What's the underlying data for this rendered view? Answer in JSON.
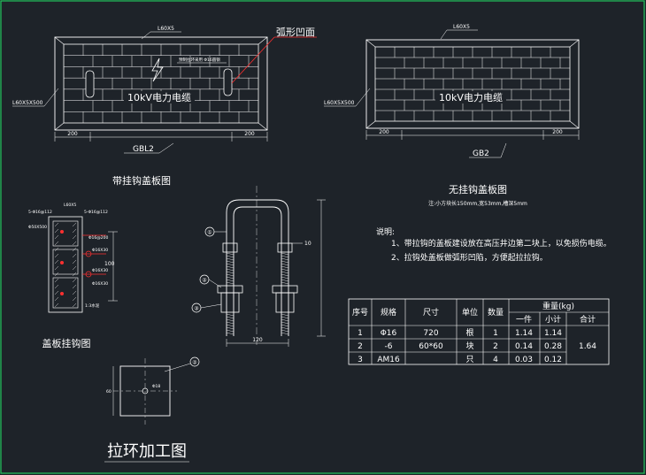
{
  "panels": [
    {
      "top_label": "L60X5",
      "left_label": "L60X5X500",
      "center_text": "10kV电力电缆",
      "arc_label": "弧形凹面",
      "hook_note": "预制拉环采用 Φ16圆钢",
      "dim_left": "200",
      "dim_right": "200",
      "tag": "GBL2",
      "caption": "带挂钩盖板图"
    },
    {
      "top_label": "L60X5",
      "left_label": "L60X5X500",
      "center_text": "10kV电力电缆",
      "dim_left": "200",
      "dim_right": "200",
      "tag": "GB2",
      "caption": "无挂钩盖板图",
      "note": "注:小方块长150mm,宽53mm,槽深5mm"
    }
  ],
  "section": {
    "caption": "盖板挂钩图",
    "labels": [
      "5-Φ16@112",
      "L60X5",
      "Φ50X500",
      "5-Φ16@112",
      "Φ16@200",
      "Φ16X30",
      "Φ16X30",
      "Φ16X30",
      "1:3水泥"
    ],
    "dim": "100"
  },
  "ubolt": {
    "markers": [
      "①",
      "②",
      "③"
    ],
    "dim_bottom": "120",
    "dim_side": "10"
  },
  "plate": {
    "caption": "拉环加工图",
    "marker": "②",
    "hole": "Φ18",
    "dim": "60"
  },
  "notes": {
    "title": "说明:",
    "items": [
      "1、带拉钩的盖板建设放在高压井边第二块上，以免损伤电缆。",
      "2、拉钩处盖板做弧形凹陷，方便起拉拉钩。"
    ]
  },
  "table": {
    "headers": [
      "序号",
      "规格",
      "尺寸",
      "单位",
      "数量",
      "重量(kg)"
    ],
    "subheaders": [
      "一件",
      "小计",
      "合计"
    ],
    "rows": [
      {
        "no": "1",
        "spec": "Φ16",
        "size": "720",
        "unit": "根",
        "qty": "1",
        "each": "1.14",
        "subtotal": "1.14"
      },
      {
        "no": "2",
        "spec": "-6",
        "size": "60*60",
        "unit": "块",
        "qty": "2",
        "each": "0.14",
        "subtotal": "0.28"
      },
      {
        "no": "3",
        "spec": "AM16",
        "size": "",
        "unit": "只",
        "qty": "4",
        "each": "0.03",
        "subtotal": "0.12"
      }
    ],
    "total": "1.64"
  },
  "colors": {
    "background": "#1e2329",
    "line_white": "#ffffff",
    "line_red": "#ff3030",
    "frame_green": "#22c55e"
  }
}
